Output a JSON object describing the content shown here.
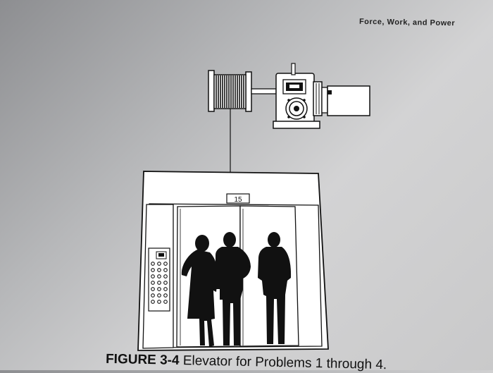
{
  "header": {
    "running_title": "Force, Work, and Power"
  },
  "figure": {
    "floor_indicator": "15",
    "caption_label": "FIGURE 3-4",
    "caption_text": "Elevator for Problems 1 through 4."
  }
}
